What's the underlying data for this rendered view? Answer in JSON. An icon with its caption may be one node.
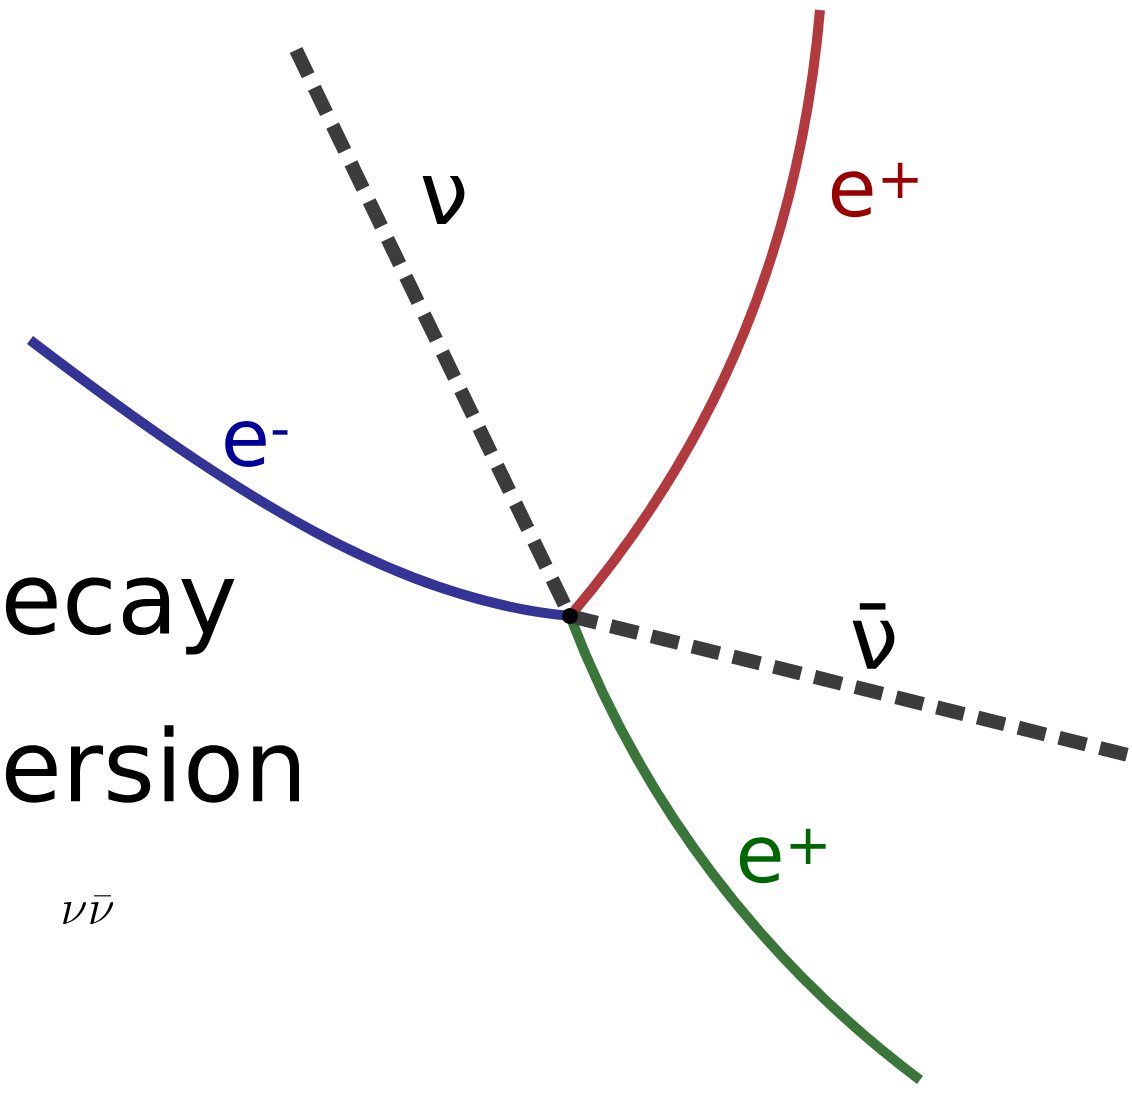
{
  "diagram": {
    "labels": [
      "ν",
      "e$^{+}$",
      "e$^{-}$",
      "ν̄",
      "e$^{+}$",
      "ecay",
      "ersion",
      "\\nu\\bar{\\nu}"
    ]
  }
}
